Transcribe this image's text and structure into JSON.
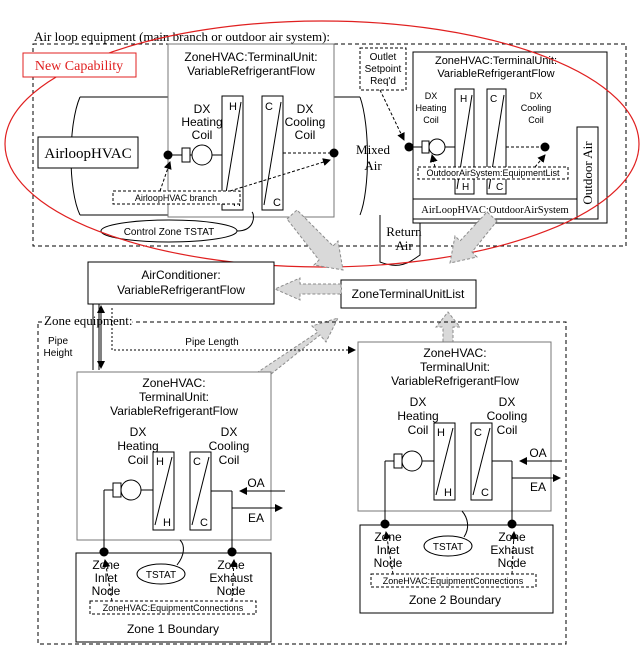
{
  "air_loop": {
    "title": "Air loop equipment (main branch or outdoor air system):",
    "new_capability": "New Capability",
    "airloop_hvac": "AirloopHVAC",
    "main_tu_line1": "ZoneHVAC:TerminalUnit:",
    "main_tu_line2": "VariableRefrigerantFlow",
    "dx_heating": [
      "DX",
      "Heating",
      "Coil"
    ],
    "dx_cooling": [
      "DX",
      "Cooling",
      "Coil"
    ],
    "h": "H",
    "c": "C",
    "airloop_branch": "AirloopHVAC branch",
    "control_zone": "Control Zone TSTAT",
    "mixed_air": [
      "Mixed",
      "Air"
    ],
    "return_air": [
      "Return",
      "Air"
    ],
    "outlet_setpoint": [
      "Outlet",
      "Setpoint",
      "Req'd"
    ],
    "oa_tu_line1": "ZoneHVAC:TerminalUnit:",
    "oa_tu_line2": "VariableRefrigerantFlow",
    "oa_equipment_list": "OutdoorAirSystem:EquipmentList",
    "oa_system": "AirLoopHVAC:OutdoorAirSystem",
    "outdoor_air": "Outdoor Air",
    "accent_color": "#e02020"
  },
  "mid": {
    "aircon_line1": "AirConditioner:",
    "aircon_line2": "VariableRefrigerantFlow",
    "zone_tu_list": "ZoneTerminalUnitList"
  },
  "zone": {
    "title": "Zone equipment:",
    "pipe_height": [
      "Pipe",
      "Height"
    ],
    "pipe_length": "Pipe Length",
    "tu_title": [
      "ZoneHVAC:",
      "TerminalUnit:",
      "VariableRefrigerantFlow"
    ],
    "dx_heating": [
      "DX",
      "Heating",
      "Coil"
    ],
    "dx_cooling": [
      "DX",
      "Cooling",
      "Coil"
    ],
    "h": "H",
    "c": "C",
    "oa": "OA",
    "ea": "EA",
    "tstat": "TSTAT",
    "inlet_node": [
      "Zone",
      "Inlet",
      "Node"
    ],
    "exhaust_node": [
      "Zone",
      "Exhaust",
      "Node"
    ],
    "equip_connections": "ZoneHVAC:EquipmentConnections",
    "zone1_boundary": "Zone 1 Boundary",
    "zone2_boundary": "Zone 2 Boundary"
  }
}
